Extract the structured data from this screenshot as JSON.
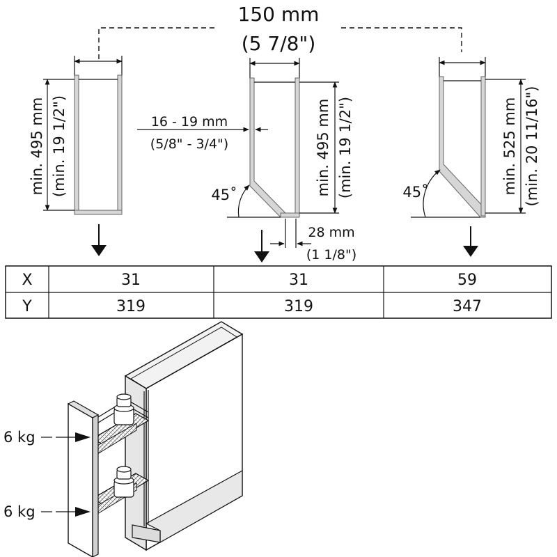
{
  "dimensions": {
    "overall_width_mm": "150 mm",
    "overall_width_in": "(5 7/8\")",
    "panel_thickness_mm": "16 - 19 mm",
    "panel_thickness_in": "(5/8\" - 3/4\")",
    "bottom_gap_mm": "28 mm",
    "bottom_gap_in": "(1 1/8\")"
  },
  "configurations": [
    {
      "height_mm": "min. 495 mm",
      "height_in": "(min. 19 1/2\")",
      "angle": ""
    },
    {
      "height_mm": "min. 495 mm",
      "height_in": "(min. 19 1/2\")",
      "angle": "45˚"
    },
    {
      "height_mm": "min. 525 mm",
      "height_in": "(min. 20 11/16\")",
      "angle": "45˚"
    }
  ],
  "table": {
    "rows": [
      {
        "label": "X",
        "values": [
          "31",
          "31",
          "59"
        ]
      },
      {
        "label": "Y",
        "values": [
          "319",
          "319",
          "347"
        ]
      }
    ]
  },
  "loads": [
    "6 kg",
    "6 kg"
  ]
}
